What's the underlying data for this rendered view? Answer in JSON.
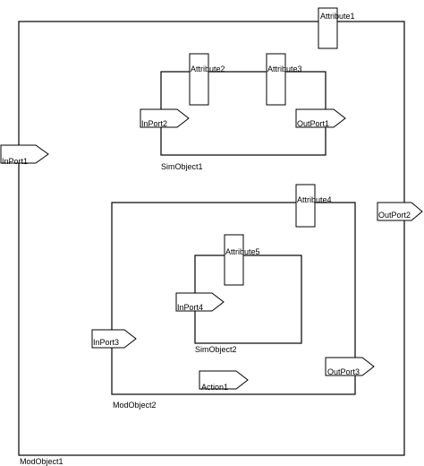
{
  "diagram": {
    "mod_objects": {
      "outer": {
        "label": "ModObject1"
      },
      "inner": {
        "label": "ModObject2"
      }
    },
    "sim_objects": {
      "first": {
        "label": "SimObject1"
      },
      "second": {
        "label": "SimObject2"
      }
    },
    "attributes": {
      "a1": {
        "label": "Attribute1"
      },
      "a2": {
        "label": "Attribute2"
      },
      "a3": {
        "label": "Attribute3"
      },
      "a4": {
        "label": "Attribute4"
      },
      "a5": {
        "label": "Attribute5"
      }
    },
    "ports": {
      "inport1": {
        "label": "InPort1"
      },
      "inport2": {
        "label": "InPort2"
      },
      "inport3": {
        "label": "InPort3"
      },
      "inport4": {
        "label": "InPort4"
      },
      "outport1": {
        "label": "OutPort1"
      },
      "outport2": {
        "label": "OutPort2"
      },
      "outport3": {
        "label": "OutPort3"
      }
    },
    "actions": {
      "action1": {
        "label": "Action1"
      }
    }
  }
}
